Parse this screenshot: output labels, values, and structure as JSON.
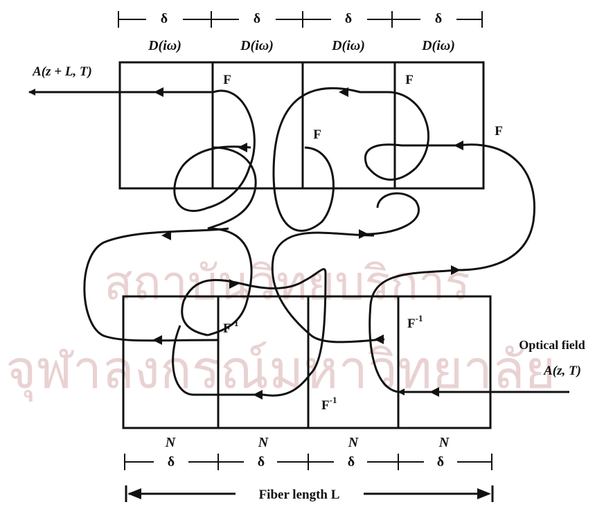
{
  "watermark": {
    "line1": "สถาบันวิทยบริการ",
    "line2": "จุฬาลงกรณ์มหาวิทยาลัย"
  },
  "top": {
    "delta_labels": [
      "δ",
      "δ",
      "δ",
      "δ"
    ],
    "block_labels": [
      "D(iω)",
      "D(iω)",
      "D(iω)",
      "D(iω)"
    ],
    "output_label": "A(z + L, T)",
    "op_labels": [
      "F",
      "F",
      "F",
      "F"
    ]
  },
  "bottom": {
    "op_labels": [
      "F",
      "F",
      "F"
    ],
    "op_exponent": "-1",
    "block_labels": [
      "N",
      "N",
      "N",
      "N"
    ],
    "delta_labels": [
      "δ",
      "δ",
      "δ",
      "δ"
    ],
    "input_label_1": "Optical field",
    "input_label_2": "A(z, T)",
    "fiber_length": "Fiber length L"
  },
  "colors": {
    "ink": "#111111",
    "watermark": "#e9d2d2"
  }
}
